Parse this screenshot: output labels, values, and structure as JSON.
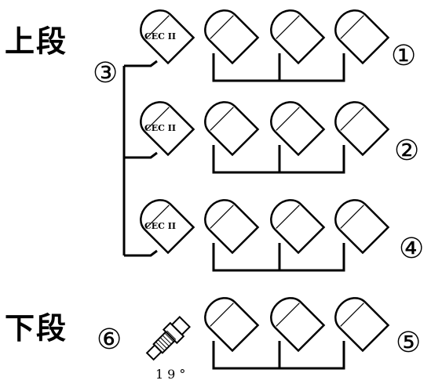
{
  "labels": {
    "upper": "上段",
    "lower": "下段",
    "n1": "①",
    "n2": "②",
    "n3": "③",
    "n4": "④",
    "n5": "⑤",
    "n6": "⑥",
    "angle": "19°"
  },
  "rows": [
    {
      "id": "row-1",
      "marker": "①",
      "cec_label": "CEC II",
      "cec_unit": true,
      "lamps": 3
    },
    {
      "id": "row-2",
      "marker": "②",
      "cec_label": "CEC II",
      "cec_unit": true,
      "lamps": 3
    },
    {
      "id": "row-4",
      "marker": "④",
      "cec_label": "CEC II",
      "cec_unit": true,
      "lamps": 3
    },
    {
      "id": "row-5",
      "marker": "⑤",
      "cec_unit": false,
      "lamps": 3
    }
  ],
  "colors": {
    "line": "#000000",
    "fill": "#ffffff"
  }
}
